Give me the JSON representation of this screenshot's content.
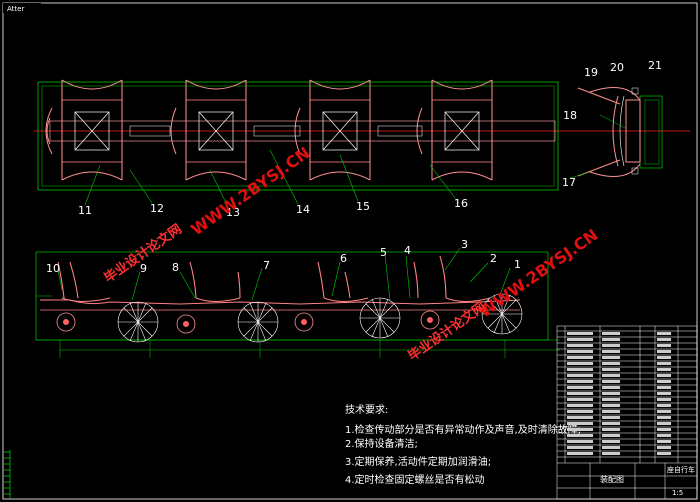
{
  "app": {
    "tab_label": "Atter"
  },
  "top_view": {
    "callouts": [
      "11",
      "12",
      "13",
      "14",
      "15",
      "16",
      "17",
      "18",
      "19",
      "20",
      "21"
    ]
  },
  "side_view": {
    "callouts": [
      "10",
      "9",
      "8",
      "7",
      "6",
      "5",
      "4",
      "3",
      "2",
      "1"
    ]
  },
  "technical_requirements": {
    "title": "技术要求:",
    "items": [
      "1.检查传动部分是否有异常动作及声音,及时清除故障;",
      "2.保持设备清洁;",
      "3.定期保养,活动件定期加润滑油;",
      "4.定时检查固定螺丝是否有松动"
    ]
  },
  "watermark": {
    "site_text": "WWW.2BYSJ.CN",
    "brand_text": "毕业设计论文网"
  },
  "title_block": {
    "drawing_title": "座自行车",
    "sheet_label": "装配图",
    "scale_label": "1:5"
  }
}
